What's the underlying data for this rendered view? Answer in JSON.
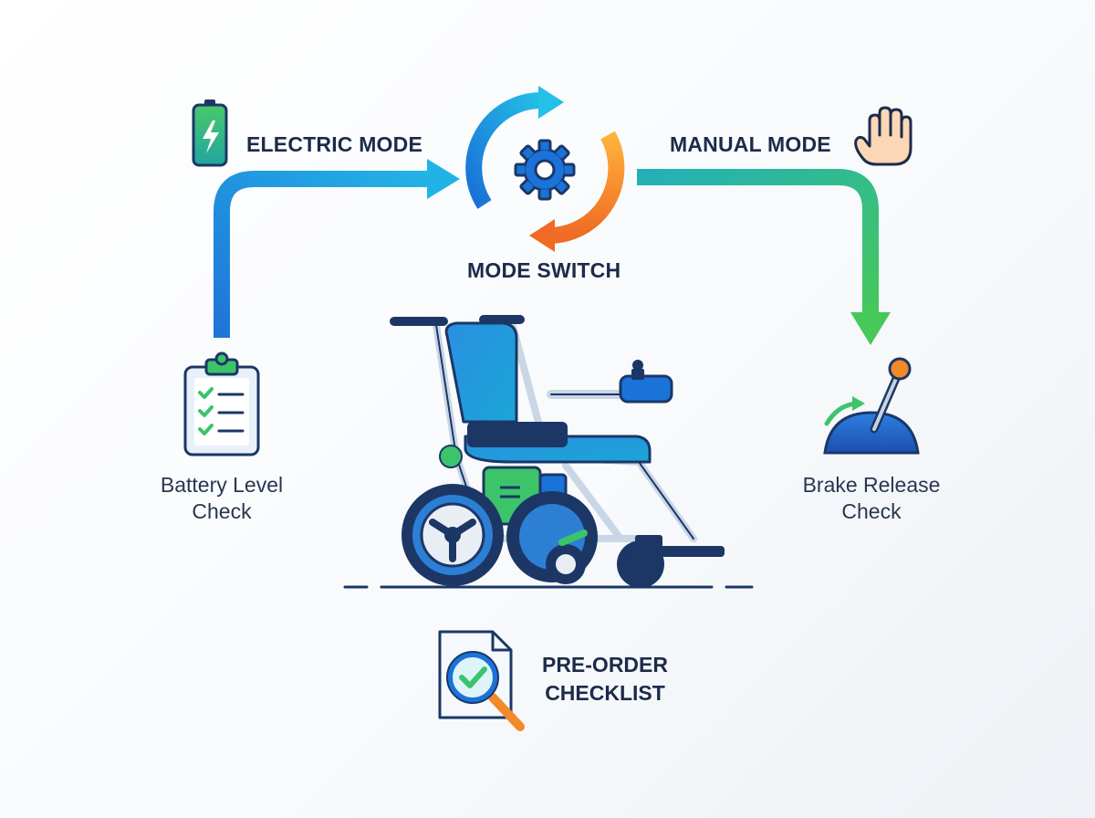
{
  "labels": {
    "electric_mode": "ELECTRIC MODE",
    "manual_mode": "MANUAL MODE",
    "mode_switch": "MODE SWITCH",
    "battery_check_line1": "Battery Level",
    "battery_check_line2": "Check",
    "brake_check_line1": "Brake Release",
    "brake_check_line2": "Check",
    "checklist_line1": "PRE-ORDER",
    "checklist_line2": "CHECKLIST"
  },
  "icons": {
    "battery": "battery-charging-icon",
    "hand": "hand-icon",
    "mode_switch": "cycle-gear-icon",
    "clipboard": "clipboard-checklist-icon",
    "lever": "brake-lever-icon",
    "wheelchair": "electric-wheelchair-illustration",
    "document": "document-search-icon"
  },
  "colors": {
    "text": "#1d2b4a",
    "blue": "#1f7fe0",
    "cyan": "#23b7e5",
    "green": "#3cc46a",
    "orange": "#f28a2a",
    "navy": "#1c3766"
  }
}
